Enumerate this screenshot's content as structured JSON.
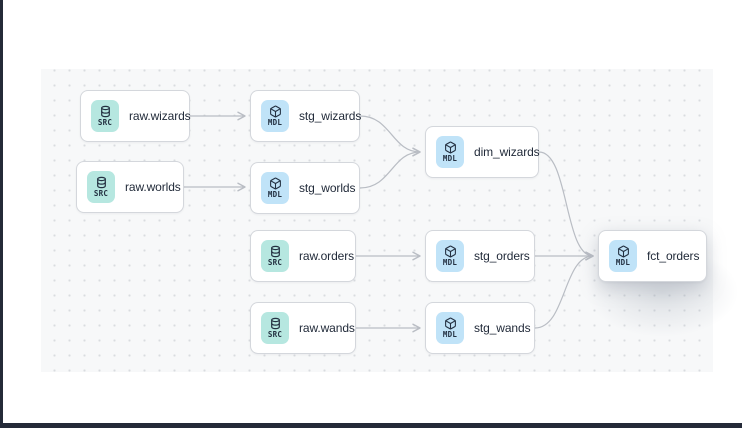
{
  "view": {
    "name": "lineage-dag",
    "canvas_bg": "#f7f8f9",
    "dot_color": "#d9dce0",
    "frame_color": "#242a38",
    "edge_color": "#b9bdc4",
    "node_border_color": "#d4d7dc"
  },
  "badge_types": {
    "src": {
      "label": "SRC",
      "color": "#b6e7e0",
      "icon": "database-icon"
    },
    "mdl": {
      "label": "MDL",
      "color": "#c0e3f8",
      "icon": "cube-icon"
    }
  },
  "nodes": [
    {
      "id": "raw_wizards",
      "label": "raw.wizards",
      "type": "SRC"
    },
    {
      "id": "stg_wizards",
      "label": "stg_wizards",
      "type": "MDL"
    },
    {
      "id": "raw_worlds",
      "label": "raw.worlds",
      "type": "SRC"
    },
    {
      "id": "stg_worlds",
      "label": "stg_worlds",
      "type": "MDL"
    },
    {
      "id": "dim_wizards",
      "label": "dim_wizards",
      "type": "MDL"
    },
    {
      "id": "raw_orders",
      "label": "raw.orders",
      "type": "SRC"
    },
    {
      "id": "stg_orders",
      "label": "stg_orders",
      "type": "MDL"
    },
    {
      "id": "raw_wands",
      "label": "raw.wands",
      "type": "SRC"
    },
    {
      "id": "stg_wands",
      "label": "stg_wands",
      "type": "MDL"
    },
    {
      "id": "fct_orders",
      "label": "fct_orders",
      "type": "MDL"
    }
  ],
  "edges": [
    {
      "from": "raw.wizards",
      "to": "stg_wizards"
    },
    {
      "from": "raw.worlds",
      "to": "stg_worlds"
    },
    {
      "from": "stg_wizards",
      "to": "dim_wizards"
    },
    {
      "from": "stg_worlds",
      "to": "dim_wizards"
    },
    {
      "from": "raw.orders",
      "to": "stg_orders"
    },
    {
      "from": "raw.wands",
      "to": "stg_wands"
    },
    {
      "from": "dim_wizards",
      "to": "fct_orders"
    },
    {
      "from": "stg_orders",
      "to": "fct_orders"
    },
    {
      "from": "stg_wands",
      "to": "fct_orders"
    }
  ]
}
